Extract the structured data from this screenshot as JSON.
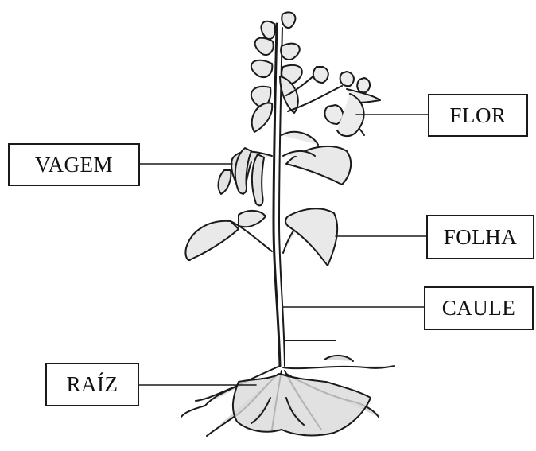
{
  "diagram": {
    "labels": {
      "flor": "FLOR",
      "vagem": "VAGEM",
      "folha": "FOLHA",
      "caule": "CAULE",
      "raiz": "RAÍZ"
    },
    "colors": {
      "line": "#1a1a1a",
      "leaf_fill": "#e9e9e9",
      "root_fill": "#d9d9d9",
      "background": "#ffffff"
    }
  }
}
